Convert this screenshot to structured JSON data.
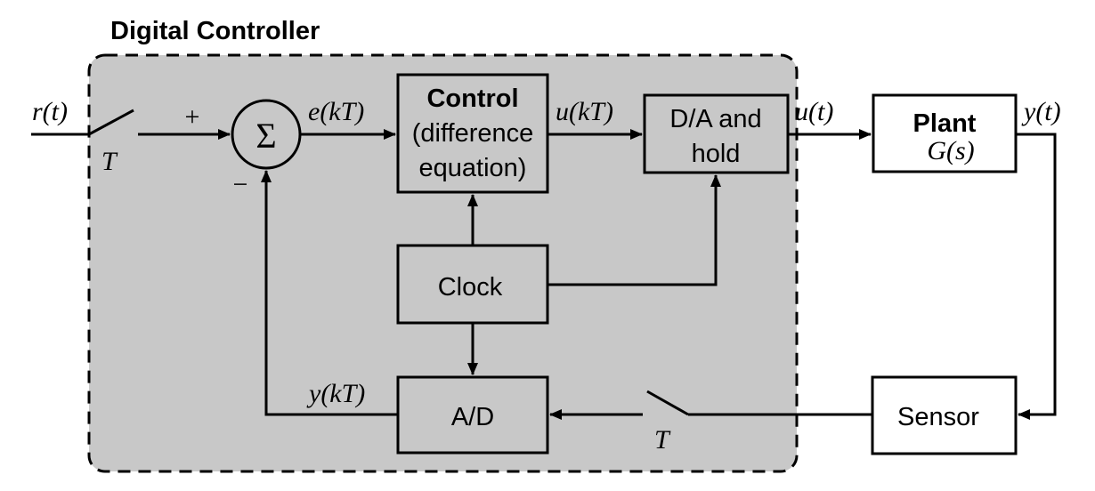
{
  "title": "Digital Controller",
  "colors": {
    "controller_fill": "#c8c8c8",
    "block_fill": "#c8c8c8",
    "stroke": "#000000",
    "background": "#ffffff"
  },
  "blocks": {
    "control": {
      "line1": "Control",
      "line2": "(difference",
      "line3": "equation)"
    },
    "da_hold": {
      "line1": "D/A and",
      "line2": "hold"
    },
    "clock": {
      "label": "Clock"
    },
    "ad": {
      "label": "A/D"
    },
    "plant": {
      "line1": "Plant",
      "line2": "G(s)"
    },
    "sensor": {
      "label": "Sensor"
    }
  },
  "summer": {
    "symbol": "Σ",
    "plus": "+",
    "minus": "−"
  },
  "signals": {
    "r": "r(t)",
    "e": "e(kT)",
    "ukt": "u(kT)",
    "ut": "u(t)",
    "yt": "y(t)",
    "ykt": "y(kT)",
    "T_in": "T",
    "T_fb": "T"
  }
}
